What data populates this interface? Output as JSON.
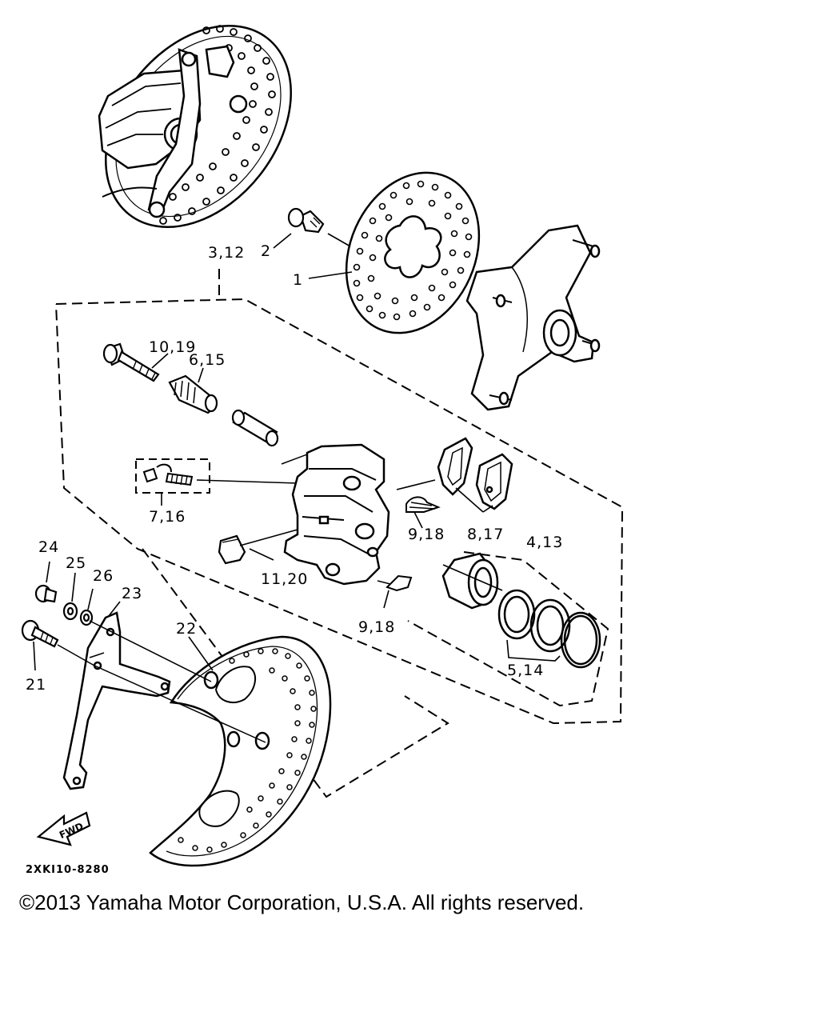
{
  "diagram": {
    "part_numbers": {
      "p1": "1",
      "p2": "2",
      "p3_12": "3,12",
      "p4_13": "4,13",
      "p5_14": "5,14",
      "p6_15": "6,15",
      "p7_16": "7,16",
      "p8_17": "8,17",
      "p9_18_upper": "9,18",
      "p9_18_lower": "9,18",
      "p10_19": "10,19",
      "p11_20": "11,20",
      "p21": "21",
      "p22": "22",
      "p23": "23",
      "p24": "24",
      "p25": "25",
      "p26": "26"
    },
    "fwd_label": "FWD",
    "drawing_code": "2XKI10-8280",
    "line_color": "#000000"
  },
  "footer": {
    "copyright": "©2013 Yamaha Motor Corporation, U.S.A. All rights reserved."
  }
}
